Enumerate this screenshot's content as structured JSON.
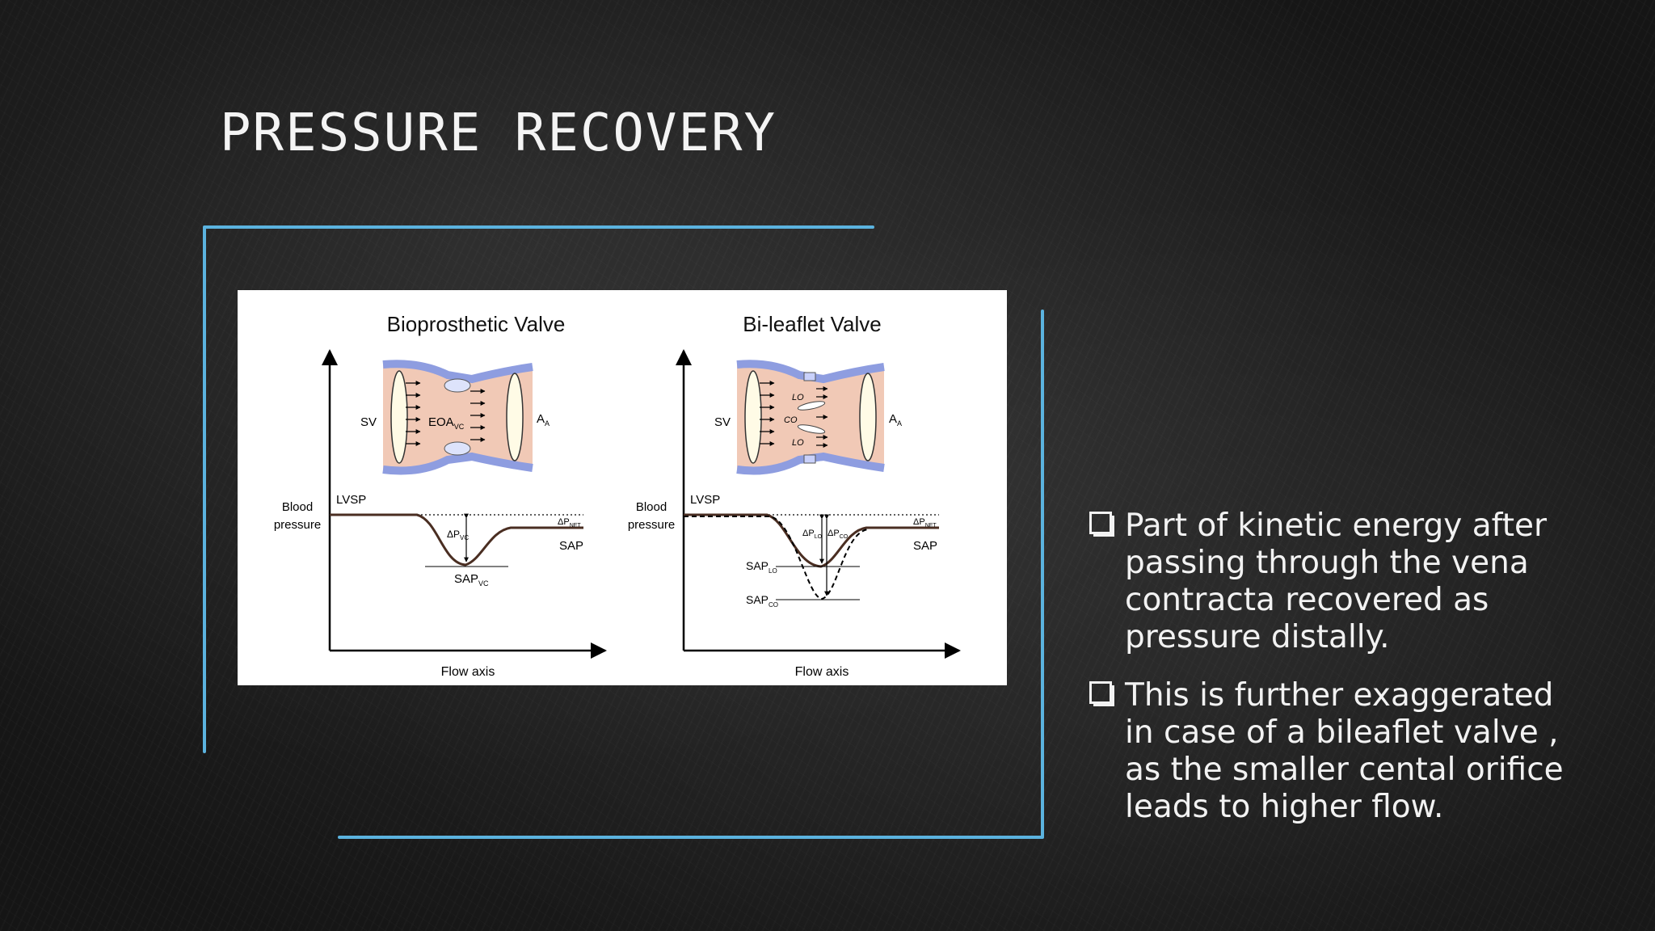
{
  "slide": {
    "title": "PRESSURE RECOVERY",
    "frame_color": "#5bb3df",
    "bullets": [
      {
        "text": "Part of kinetic energy after passing through the vena contracta  recovered as pressure distally."
      },
      {
        "text": "This is further exaggerated in case of a bileaflet valve , as the smaller cental orifice leads to higher flow."
      }
    ]
  },
  "figure": {
    "panels": [
      {
        "title": "Bioprosthetic Valve",
        "labels": {
          "sv": "SV",
          "eoa": "EOA",
          "eoa_sub": "VC",
          "aa": "A",
          "aa_sub": "A",
          "blood1": "Blood",
          "blood2": "pressure",
          "lvsp": "LVSP",
          "dp": "ΔP",
          "dp_sub": "VC",
          "dpnet": "ΔP",
          "dpnet_sub": "NET",
          "sap": "SAP",
          "sapvc": "SAP",
          "sapvc_sub": "VC",
          "flow": "Flow axis"
        }
      },
      {
        "title": "Bi-leaflet Valve",
        "labels": {
          "sv": "SV",
          "lo1": "LO",
          "co": "CO",
          "lo2": "LO",
          "aa": "A",
          "aa_sub": "A",
          "blood1": "Blood",
          "blood2": "pressure",
          "lvsp": "LVSP",
          "dplo": "ΔP",
          "dplo_sub": "LO",
          "dpco": "ΔP",
          "dpco_sub": "CO",
          "dpnet": "ΔP",
          "dpnet_sub": "NET",
          "sap": "SAP",
          "saplo": "SAP",
          "saplo_sub": "LO",
          "sapco": "SAP",
          "sapco_sub": "CO",
          "flow": "Flow axis"
        }
      }
    ]
  }
}
